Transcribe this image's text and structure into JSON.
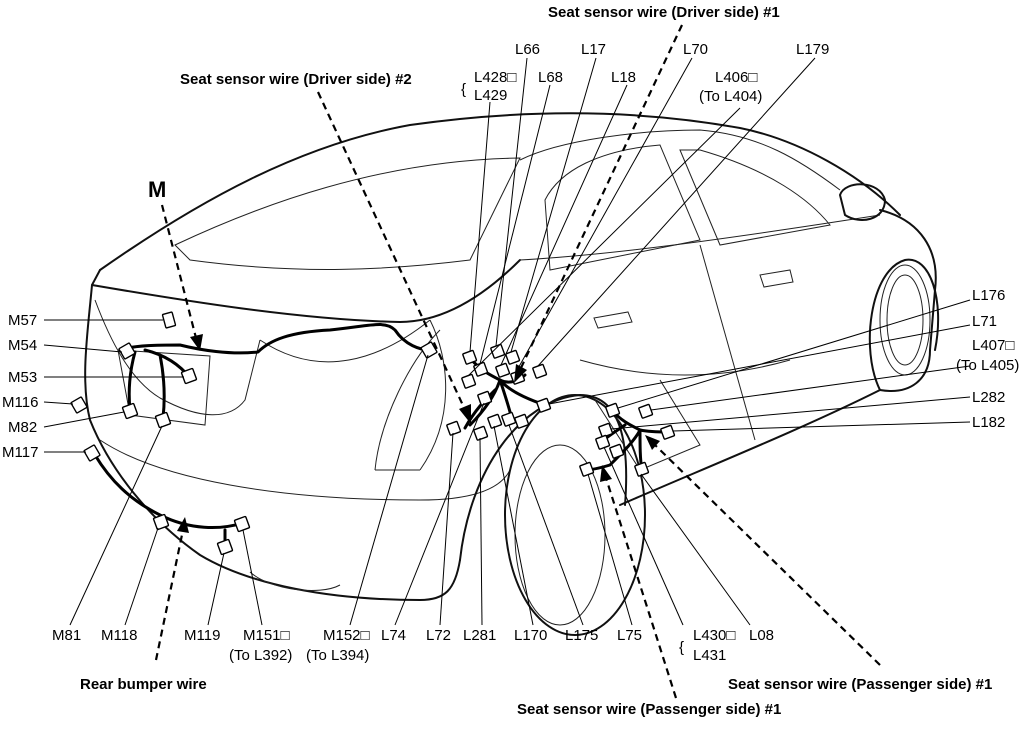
{
  "callouts": {
    "seat_driver_1": "Seat sensor wire (Driver side) #1",
    "seat_driver_2": "Seat sensor wire (Driver side) #2",
    "M": "M",
    "rear_bumper": "Rear bumper wire",
    "seat_pass_1_right": "Seat sensor wire (Passenger side) #1",
    "seat_pass_1_bottom": "Seat sensor wire (Passenger side) #1"
  },
  "labels_top": {
    "L66": "L66",
    "L17": "L17",
    "L70": "L70",
    "L179": "L179",
    "L428": "L428□",
    "L429": "L429",
    "L68": "L68",
    "L18": "L18",
    "L406": "L406□",
    "L406_to": "(To L404)"
  },
  "labels_left": {
    "M57": "M57",
    "M54": "M54",
    "M53": "M53",
    "M116": "M116",
    "M82": "M82",
    "M117": "M117"
  },
  "labels_right": {
    "L176": "L176",
    "L71": "L71",
    "L407": "L407□",
    "L407_to": "(To L405)",
    "L282": "L282",
    "L182": "L182"
  },
  "labels_bottom": {
    "M81": "M81",
    "M118": "M118",
    "M119": "M119",
    "M151": "M151□",
    "M151_to": "(To L392)",
    "M152": "M152□",
    "M152_to": "(To L394)",
    "L74": "L74",
    "L72": "L72",
    "L281": "L281",
    "L170": "L170",
    "L175": "L175",
    "L75": "L75",
    "L430": "L430□",
    "L08": "L08",
    "L431": "L431"
  }
}
